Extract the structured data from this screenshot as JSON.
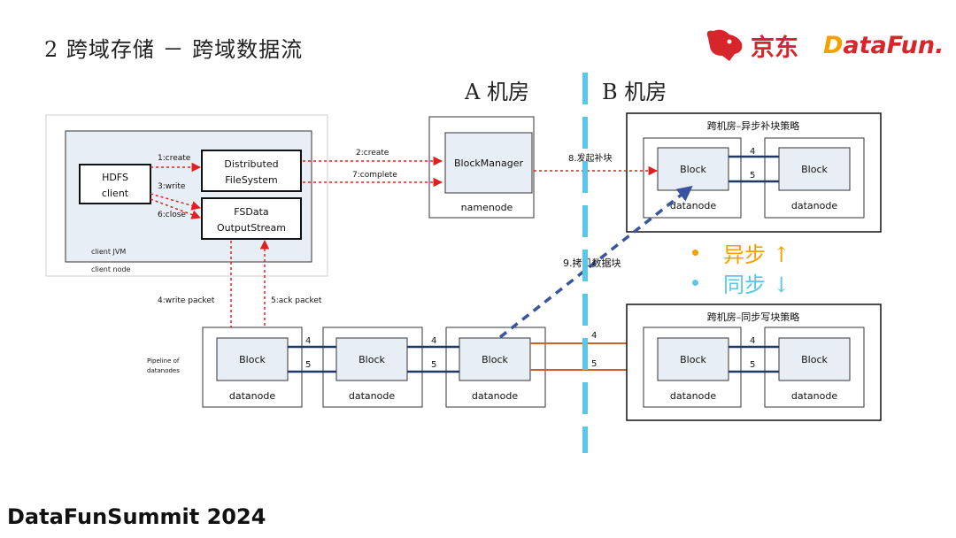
{
  "title": "2 跨域存储 － 跨域数据流",
  "footer": "DataFunSummit 2024",
  "logos": {
    "jd": "京东",
    "datafun_a": "D",
    "datafun_b": "ataFun."
  },
  "rooms": {
    "a": "A 机房",
    "b": "B 机房"
  },
  "legend": {
    "async": {
      "label": "异步 ↑",
      "color": "#f3a000"
    },
    "sync": {
      "label": "同步 ↓",
      "color": "#5bc6e8"
    }
  },
  "client": {
    "hdfs_client": [
      "HDFS",
      "client"
    ],
    "distributed_fs": [
      "Distributed",
      "FileSystem"
    ],
    "output_stream": [
      "FSData",
      "OutputStream"
    ],
    "create": "1:create",
    "write": "3:write",
    "close": "6:close",
    "jvm": "client JVM",
    "node": "client node"
  },
  "namenode": {
    "block_manager": "BlockManager",
    "label": "namenode"
  },
  "flows": {
    "create2": "2:create",
    "complete7": "7:complete",
    "replenish8": "8.发起补块",
    "copy9": "9.拷贝数据块",
    "write_packet": "4:write packet",
    "ack_packet": "5:ack packet"
  },
  "pipeline_label": [
    "Pipeline of",
    "datanodes"
  ],
  "block": "Block",
  "datanode": "datanode",
  "nums": {
    "four": "4",
    "five": "5"
  },
  "async_policy": "跨机房–异步补块策略",
  "sync_policy": "跨机房–同步写块策略",
  "colors": {
    "red_arrow": "#e02020",
    "dash_blue": "#3a55a0",
    "divider": "#5bc6e8",
    "orange_line": "#c8642a",
    "navy_line": "#1f3864"
  }
}
